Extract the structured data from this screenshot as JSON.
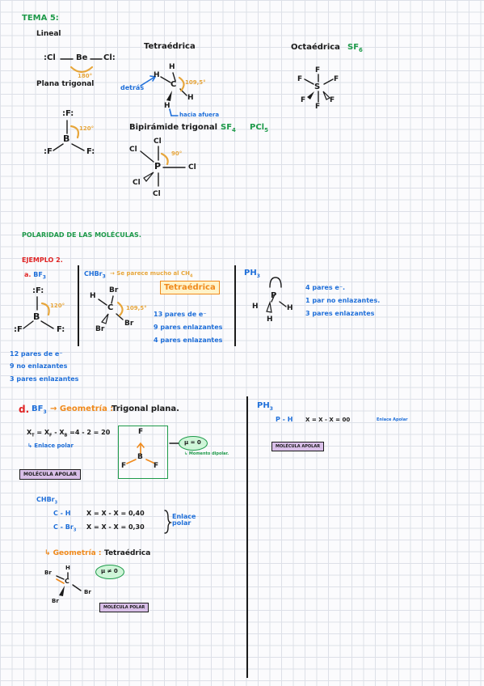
{
  "header": {
    "title": "TEMA 5:",
    "lineal": "Lineal",
    "plana": "Plana trigonal",
    "tetra": "Tetraédrica",
    "octa": "Octaédrica",
    "octa_formula": "SF",
    "octa_sub": "6"
  },
  "lineal_mol": {
    "left": ":Cl",
    "center": "Be",
    "right": "Cl:",
    "angle": "180°"
  },
  "plana_mol": {
    "top": ":F:",
    "center": "B",
    "left": ":F",
    "right": "F:",
    "angle": "120°"
  },
  "tetra_mol": {
    "h_top": "H",
    "center": "C",
    "h_left": "H",
    "h_right": "H",
    "h_bottom": "H",
    "angle": "109,5°",
    "detras": "detrás",
    "hacia": "hacia afuera"
  },
  "octa_mol": {
    "top": "F",
    "center": "S",
    "left": "F",
    "right": "F",
    "bl": "F",
    "br": "F",
    "bottom": "F"
  },
  "bipir": {
    "title": "Bipirámide trigonal",
    "f1": "SF",
    "f1sub": "4",
    "f2": "PCl",
    "f2sub": "5",
    "top": "Cl",
    "center": "P",
    "left": "Cl",
    "right": "Cl",
    "bl": "Cl",
    "bottom": "Cl",
    "angle": "90°"
  },
  "polaridad": {
    "title": "POLARIDAD DE LAS MOLÉCULAS."
  },
  "ejemplo": {
    "title": "EJEMPLO 2.",
    "a_label": "a.",
    "a_formula": "BF",
    "a_sub": "3",
    "bf3": {
      "top": ":F:",
      "center": "B",
      "left": ":F",
      "right": "F:",
      "angle": "120°"
    },
    "bf3_notes": [
      "12 pares de e⁻",
      "9 no enlazantes",
      "3 pares enlazantes"
    ],
    "chbr3_head": "CHBr",
    "chbr3_sub": "3",
    "chbr3_note": "→ Se parece mucho al CH",
    "chbr3_note_sub": "4",
    "tetra_box": "Tetraédrica",
    "chbr3_mol": {
      "br_top": "Br",
      "center": "C",
      "h_left": "H",
      "br_right": "Br",
      "br_bottom": "Br",
      "angle": "109,5°"
    },
    "chbr3_notes": [
      "13 pares de e⁻",
      "9 pares enlazantes",
      "4 pares enlazantes"
    ],
    "ph3_head": "PH",
    "ph3_sub": "3",
    "ph3_mol": {
      "center": "P",
      "left": "H",
      "right": "H",
      "bottom": "H"
    },
    "ph3_notes": [
      "4 pares e⁻.",
      "1 par no enlazantes.",
      "3 pares enlazantes"
    ]
  },
  "section_d": {
    "label": "d.",
    "formula": "BF",
    "sub": "3",
    "arrow": "→",
    "geom": "Geometría :",
    "geom_value": "Trigonal plana.",
    "eq1": "X",
    "eq1_rest": "= X",
    "eq1_f": "F",
    "eq1_mid": "- X",
    "eq1_b": "B",
    "eq1_end": "=4 - 2 = 20",
    "enlace": "↳ Enlace polar",
    "mol": {
      "top": "F",
      "center": "B",
      "left": "F",
      "right": "F"
    },
    "mu": "μ = 0",
    "momento": "↳ Momento dipolar.",
    "apolar_box": "MOLÉCULA APOLAR",
    "chbr3": "CHBr",
    "chbr3_sub": "3",
    "ch_label": "C - H",
    "ch_eq": "X = X - X = 0,40",
    "cbr_label": "C - Br",
    "cbr_sub": "3",
    "cbr_eq": "X = X - X = 0,30",
    "enlace_polar": "Enlace polar",
    "geom2_label": "↳ Geometría :",
    "geom2_value": "Tetraédrica",
    "mol2": {
      "h": "H",
      "c": "C",
      "br_left": "Br",
      "br_right": "Br",
      "br_bottom": "Br"
    },
    "mu2": "μ ≠ 0",
    "polar_box": "MOLÉCULA POLAR"
  },
  "right_col": {
    "ph3": "PH",
    "ph3_sub": "3",
    "ph_label": "P - H",
    "ph_eq": "X = X - X = 00",
    "ph_note": "Enlace Apolar",
    "apolar_box": "MOLÉCULA APOLAR"
  }
}
